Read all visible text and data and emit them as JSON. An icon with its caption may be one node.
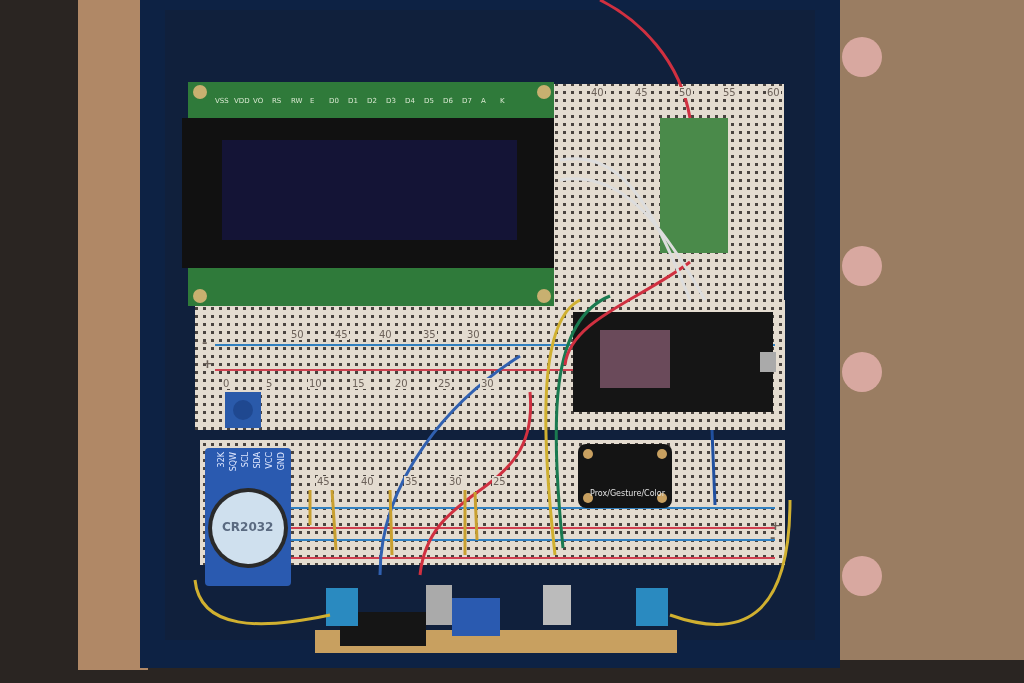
{
  "diagram": {
    "labels": [
      "VSS",
      "VDD",
      "VO",
      "RS",
      "RW",
      "E",
      "D0",
      "D1",
      "D2",
      "D3",
      "D4",
      "D5",
      "D6",
      "D7",
      "A",
      "K",
      "40",
      "45",
      "50",
      "55",
      "60",
      "50",
      "45",
      "40",
      "35",
      "30",
      "0",
      "5",
      "10",
      "15",
      "20",
      "25",
      "30",
      "45",
      "40",
      "35",
      "30",
      "25",
      "32K",
      "SQW",
      "SCL",
      "SDA",
      "VCC",
      "GND",
      "CR2032",
      "Prox/Gesture/Color",
      "+",
      "-",
      "+",
      "-"
    ]
  }
}
